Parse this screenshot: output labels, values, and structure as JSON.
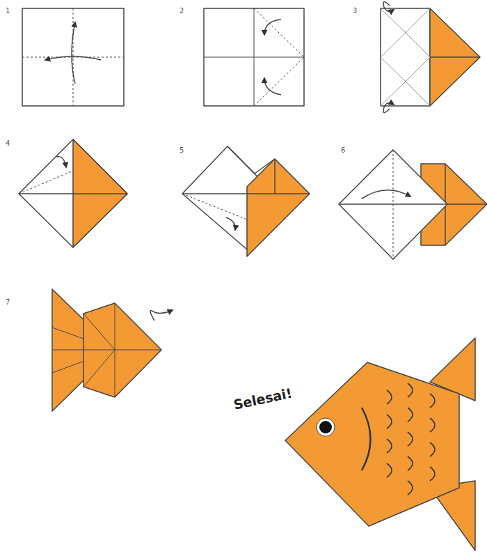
{
  "diagram": {
    "labels": [
      "1",
      "2",
      "3",
      "4",
      "5",
      "6",
      "7",
      "Selesai!"
    ]
  }
}
